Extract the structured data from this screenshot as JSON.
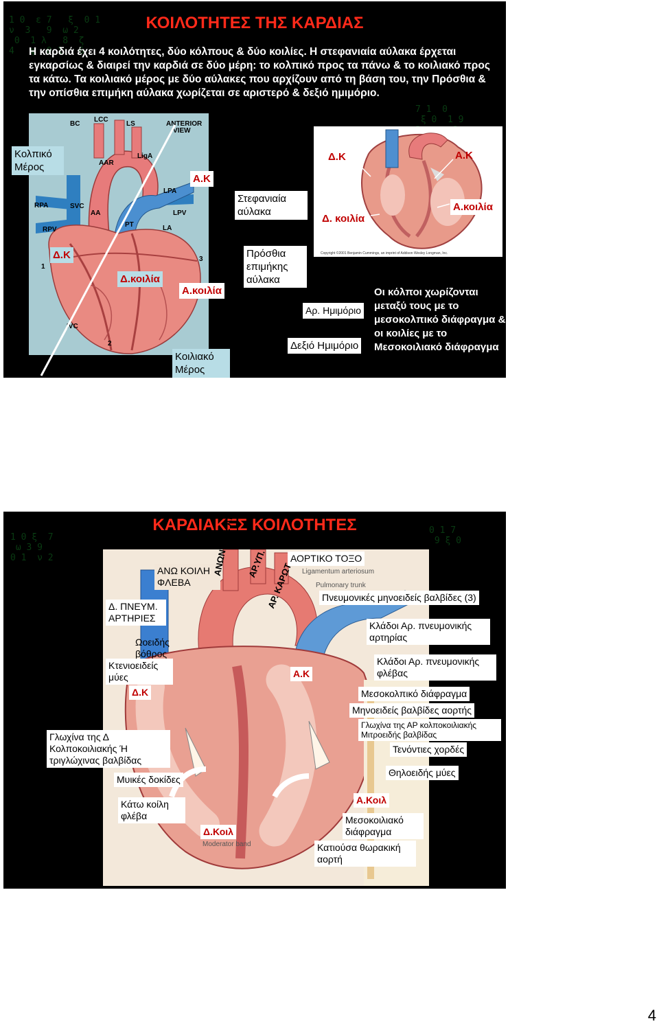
{
  "slide1": {
    "title": "ΚΟΙΛΟΤΗΤΕΣ ΤΗΣ  ΚΑΡΔΙΑΣ",
    "intro": "Η καρδιά έχει 4 κοιλότητες, δύο κόλπους & δύο κοιλίες. Η στεφανιαία αύλακα έρχεται εγκαρσίως & διαιρεί την καρδιά σε δύο μέρη: το κολπικό προς τα πάνω & το κοιλιακό προς τα κάτω. Τα  κοιλιακό μέρος με δύο αύλακες που αρχίζουν από τη βάση του, την Πρόσθια & την οπίσθια επιμήκη αύλακα χωρίζεται σε αριστερό & δεξιό ημιμόριο.",
    "anterior": {
      "labels": [
        "BC",
        "LCC",
        "LS",
        "ANTERIOR",
        "VIEW",
        "AAR",
        "LigA",
        "RPA",
        "SVC",
        "AA",
        "PT",
        "LPA",
        "LPV",
        "RPV",
        "LA",
        "1",
        "3",
        "IVC",
        "2"
      ],
      "kolpiko": "Κολπικό Μέρος",
      "ak": "Α.Κ",
      "stefaniaia": "Στεφανιαία αύλακα",
      "dk": "Δ.Κ",
      "dkoilia": "Δ.κοιλία",
      "akoilia": "Α.κοιλία",
      "prosthia": "Πρόσθια επιμήκης αύλακα",
      "koiliako": "Κοιλιακό Μέρος"
    },
    "section": {
      "dk": "Δ.Κ",
      "ak": "Α.Κ",
      "dkoilia": "Δ. κοιλία",
      "akoilia": "Α.κοιλία",
      "copyright": "Copyright ©2001 Benjamin Cummings, an imprint of Addison Wesley Longman, Inc."
    },
    "ar_hmimorio": "Αρ. Ημιμόριο",
    "dexio_hmimorio": "Δεξιό Ημιμόριο",
    "note": "Οι κόλποι χωρίζονται μεταξύ τους με το μεσοκολπικό διάφραγμα & οι κοιλίες με το Μεσοκοιλιακό διάφραγμα"
  },
  "slide2": {
    "title": "ΚΑΡΔΙΑΚΕΣ ΚΟΙΛΟΤΗΤΕΣ",
    "ligamentum": "Ligamentum arteriosum",
    "pulmonary": "Pulmonary trunk",
    "moderator": "Moderator band",
    "labels": {
      "ano_koili": "ΑΝΩ ΚΟΙΛΗ ΦΛΕΒΑ",
      "anonymi": "ΑΝΩΝΥΜΗ. ΑΡ",
      "ar_yp": "ΑΡ.ΥΠ. ΑΡΤ",
      "ar_karot": "ΑΡ. ΚΑΡΩΤ",
      "aortiko": "ΑΟΡΤΙΚΟ ΤΟΞΟ",
      "pneumonikes": "Πνευμονικές μηνοειδείς βαλβίδες (3)",
      "d_pneum": "Δ. ΠΝΕΥΜ. ΑΡΤΗΡΙΕΣ",
      "kladoi_art": "Κλάδοι Αρ. πνευμονικής αρτηρίας",
      "ooeidis": "Ωοειδής βόθρος",
      "ktenoeideis": "Κτενιοειδείς μύες",
      "kladoi_fleb": "Κλάδοι Αρ. πνευμονικής φλέβας",
      "ak": "Α.Κ",
      "dk": "Δ.Κ",
      "mesokolpiko": "Μεσοκολπικό διάφραγμα",
      "mhnoeideis": "Μηνοειδείς βαλβίδες αορτής",
      "glwxina_ar": "Γλωχίνα της ΑΡ κολποκοιλιακής Μιτροειδής βαλβίδας",
      "glwxina_d": "Γλωχίνα της Δ Κολποκοιλιακής Ή τριγλώχινας βαλβίδας",
      "tenontes": "Τενόντιες χορδές",
      "mykes": "Μυικές δοκίδες",
      "thiloeideis": "Θηλοειδής μύες",
      "a_koil": "Α.Κοιλ",
      "kato_koili": "Κάτω κοίλη φλέβα",
      "mesokoiliako": "Μεσοκοιλιακό διάφραγμα",
      "d_koil": "Δ.Κοιλ",
      "katiousa": "Κατιούσα θωρακική αορτή"
    }
  },
  "page_number": "4",
  "colors": {
    "title_red": "#ff2a1a",
    "label_red": "#c00000",
    "label_blue_bg": "#b8dde6"
  }
}
